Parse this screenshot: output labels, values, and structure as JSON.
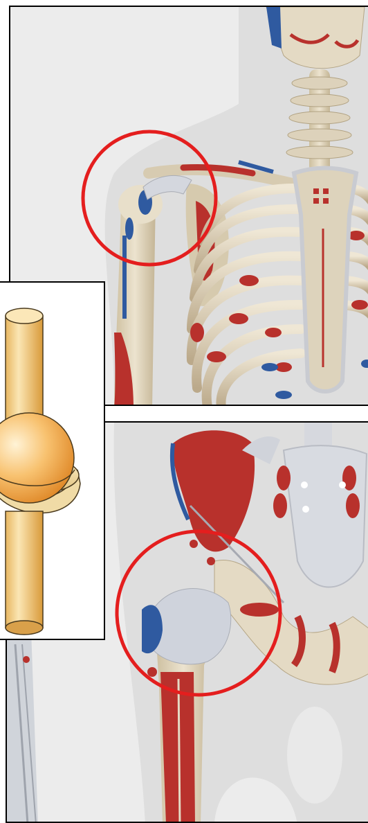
{
  "figure": {
    "panels": [
      {
        "subject": "shoulder-joint",
        "highlight": "red-circle"
      },
      {
        "subject": "hip-joint",
        "highlight": "red-circle"
      },
      {
        "subject": "ball-and-socket-joint-model"
      }
    ]
  },
  "colors": {
    "highlight": "#e41e1e",
    "bone": "#e6dcc7",
    "bone_shadow": "#b9ab8e",
    "muscle_origin": "#b8312c",
    "muscle_insertion": "#2f5aa0",
    "ligament": "#d3d6de",
    "body_silhouette": "#dcdcdc",
    "background": "#ececec",
    "model_rod": "#f3cd85",
    "model_ball": "#f6b45a"
  }
}
